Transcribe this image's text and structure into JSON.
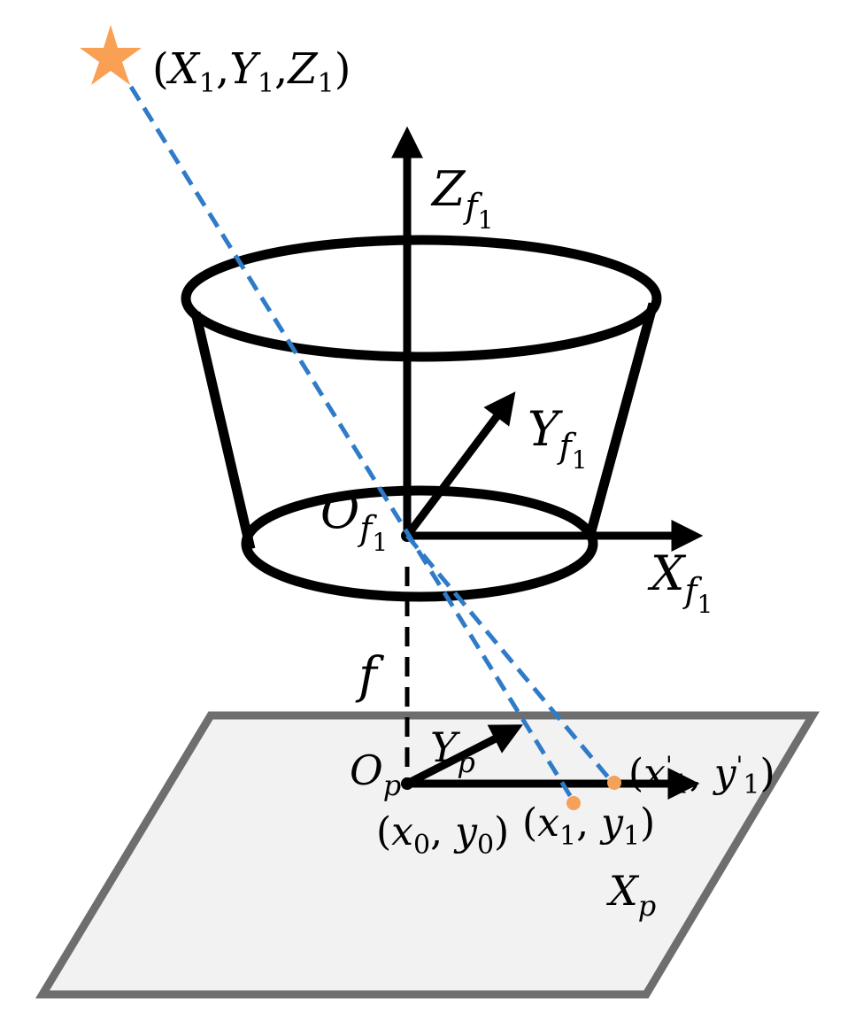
{
  "labels": {
    "star_point": {
      "open": "(",
      "X": "X",
      "s1": "1",
      "c1": ",",
      "Y": "Y",
      "s2": "1",
      "c2": ",",
      "Z": "Z",
      "s3": "1",
      "close": ")"
    },
    "z_axis": {
      "main": "Z",
      "sub": "f",
      "subsub": "1"
    },
    "y_axis": {
      "main": "Y",
      "sub": "f",
      "subsub": "1"
    },
    "x_axis": {
      "main": "X",
      "sub": "f",
      "subsub": "1"
    },
    "origin_f": {
      "main": "O",
      "sub": "f",
      "subsub": "1"
    },
    "focal": "f",
    "origin_p": {
      "main": "O",
      "sub": "p"
    },
    "plane_y_axis": {
      "main": "Y",
      "sub": "p"
    },
    "plane_x_axis": {
      "main": "X",
      "sub": "p"
    },
    "principal_point": {
      "open": "(",
      "x": "x",
      "s1": "0",
      "c": ", ",
      "y": "y",
      "s2": "0",
      "close": ")"
    },
    "image_point": {
      "open": "(",
      "x": "x",
      "s1": "1",
      "c": ", ",
      "y": "y",
      "s2": "1",
      "close": ")"
    },
    "image_point_prime": {
      "open": "(",
      "x": "x",
      "p1": "'",
      "s1": "1",
      "c": ", ",
      "y": "y",
      "p2": "'",
      "s2": "1",
      "close": ")"
    }
  },
  "colors": {
    "star": "#F9A054",
    "ray": "#2F7BC8",
    "point": "#F5A15A",
    "plane_fill": "#F2F2F2",
    "plane_stroke": "#6E6E6E",
    "ink": "#000000"
  }
}
